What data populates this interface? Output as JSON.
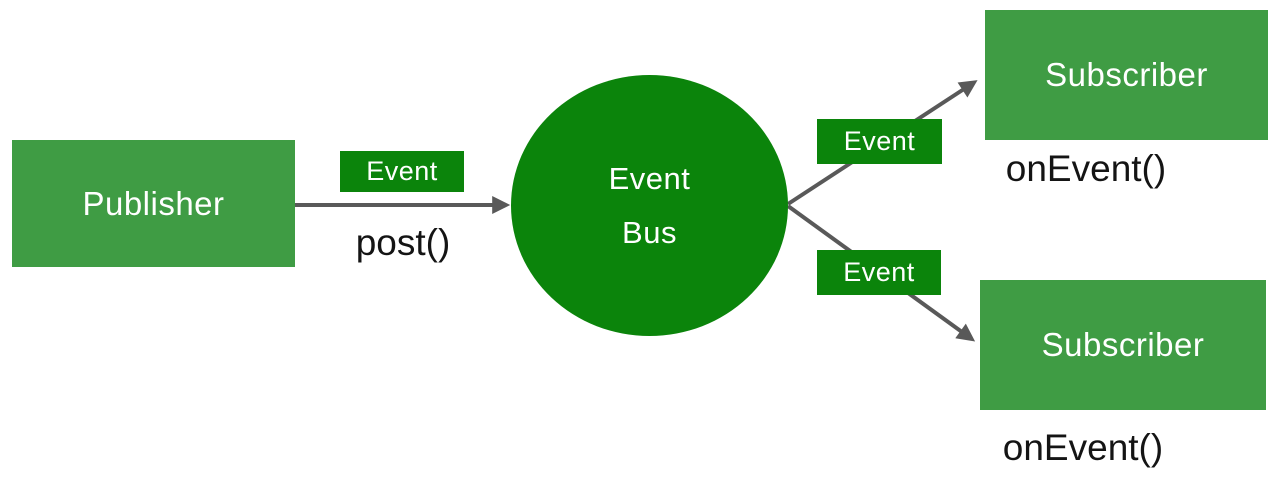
{
  "diagram": {
    "publisher": {
      "label": "Publisher"
    },
    "post_flow": {
      "badge": "Event",
      "method": "post()"
    },
    "event_bus": {
      "label_line1": "Event",
      "label_line2": "Bus"
    },
    "subscriber_flows": [
      {
        "badge": "Event",
        "subscriber": "Subscriber",
        "method": "onEvent()"
      },
      {
        "badge": "Event",
        "subscriber": "Subscriber",
        "method": "onEvent()"
      }
    ],
    "colors": {
      "box_green": "#3f9c44",
      "dark_green": "#0b840b",
      "arrow_gray": "#595959",
      "code_text": "#141414",
      "background": "#ffffff"
    }
  }
}
